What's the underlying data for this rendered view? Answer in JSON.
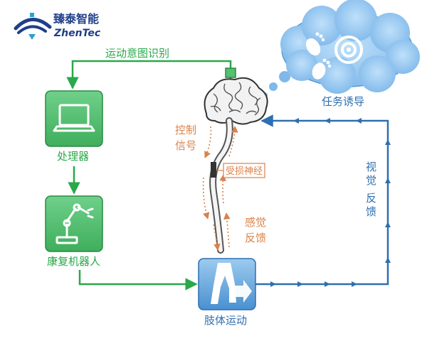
{
  "logo": {
    "cn": "臻泰智能",
    "en": "ZhenTec"
  },
  "labels": {
    "intent": "运动意图识别",
    "processor": "处理器",
    "robot": "康复机器人",
    "motion": "肢体运动",
    "task": "任务诱导",
    "control": [
      "控制",
      "信号"
    ],
    "damaged_nerve": "受损神经",
    "sensory": [
      "感觉",
      "反馈"
    ],
    "visual": [
      "视",
      "觉",
      "反",
      "馈"
    ]
  },
  "colors": {
    "green": "#2aa84a",
    "green_fill": "#54c070",
    "blue": "#2e6fb0",
    "blue_fill": "#5aa0d8",
    "orange": "#d9824a",
    "logo_blue": "#1f3f8a"
  },
  "icons": {
    "processor": "laptop-icon",
    "robot": "robot-arm-icon",
    "motion": "walking-legs-icon",
    "task": "footprints-target-icon",
    "brain": "brain-icon"
  }
}
